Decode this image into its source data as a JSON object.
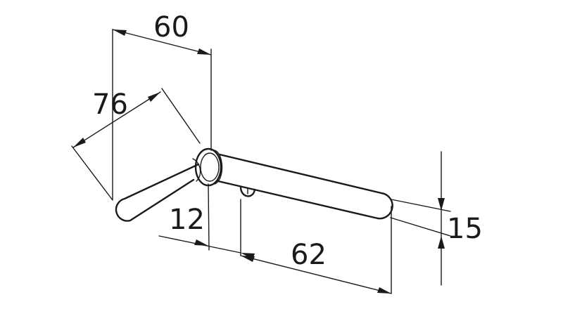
{
  "dimensions": {
    "width_top": "60",
    "handle_length_angled": "76",
    "offset": "12",
    "lever_length": "62",
    "diameter": "15"
  },
  "colors": {
    "line": "#1a1a1a",
    "background": "#ffffff"
  }
}
